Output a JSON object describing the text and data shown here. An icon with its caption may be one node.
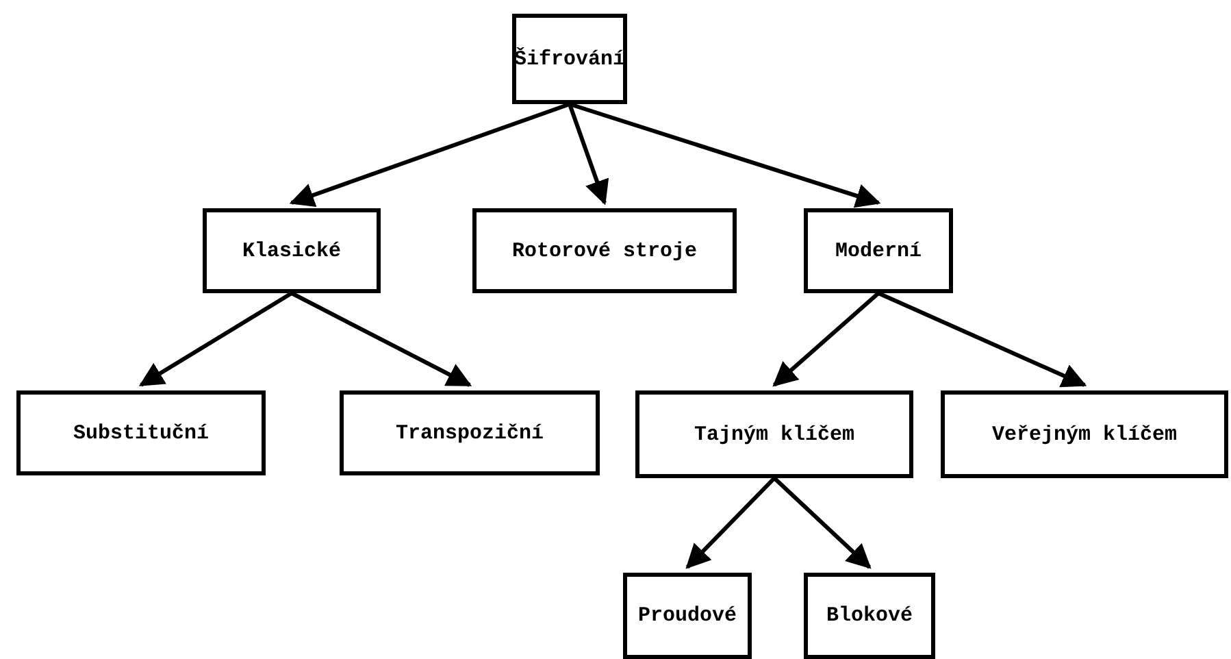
{
  "diagram": {
    "nodes": [
      {
        "text": [
          "Šifrování"
        ]
      },
      {
        "text": [
          "Klasické"
        ]
      },
      {
        "text": [
          "Rotorové stroje"
        ]
      },
      {
        "text": [
          "Moderní"
        ]
      },
      {
        "text": [
          "Substituční"
        ]
      },
      {
        "text": [
          "Transpoziční"
        ]
      },
      {
        "text": [
          "Tajným klíčem"
        ]
      },
      {
        "text": [
          "Veřejným klíčem"
        ]
      },
      {
        "text": [
          "Proudové"
        ]
      },
      {
        "text": [
          "Blokové"
        ]
      }
    ],
    "edges": [
      {
        "from": 0,
        "to": 1,
        "arrow": "to"
      },
      {
        "from": 0,
        "to": 2,
        "arrow": "to"
      },
      {
        "from": 0,
        "to": 3,
        "arrow": "to"
      },
      {
        "from": 1,
        "to": 4,
        "arrow": "to"
      },
      {
        "from": 1,
        "to": 5,
        "arrow": "to"
      },
      {
        "from": 3,
        "to": 6,
        "arrow": "to"
      },
      {
        "from": 3,
        "to": 7,
        "arrow": "to"
      },
      {
        "from": 6,
        "to": 8,
        "arrow": "to"
      },
      {
        "from": 6,
        "to": 9,
        "arrow": "to"
      }
    ]
  }
}
